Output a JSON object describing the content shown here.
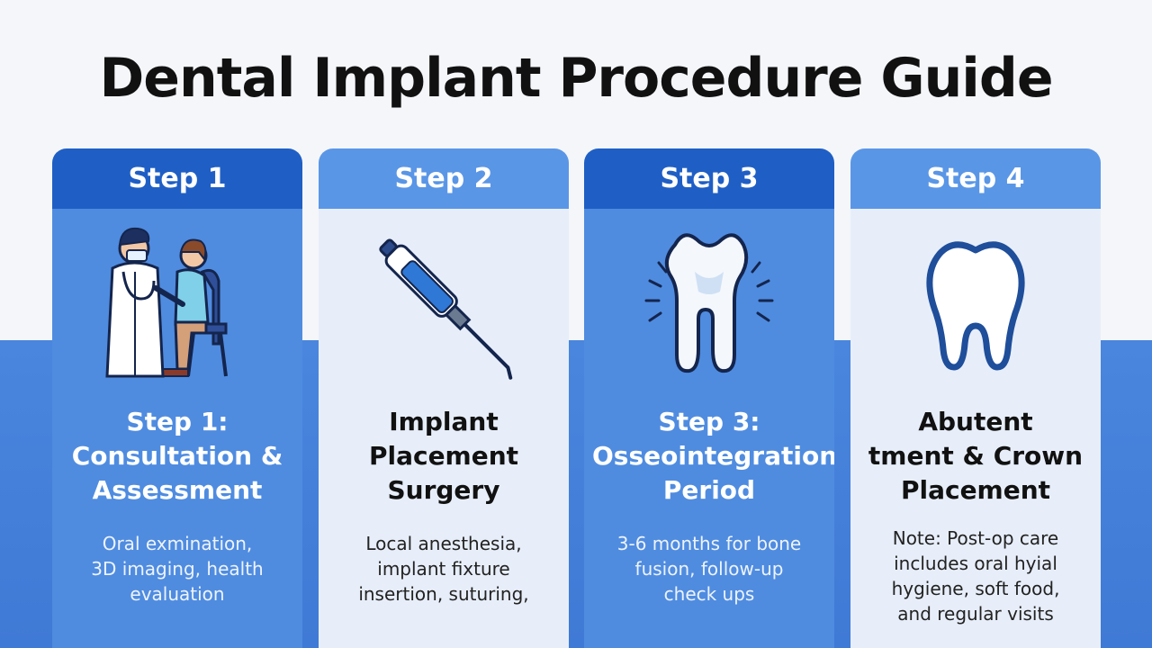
{
  "page_title": "Dental Implant Procedure Guide",
  "steps": [
    {
      "header": "Step 1",
      "title_lines": [
        "Step 1:",
        "Consultation &",
        "Assessment"
      ],
      "desc_lines": [
        "Oral exmination,",
        "3D imaging, health",
        "evaluation"
      ],
      "icon": "doctor-patient-icon"
    },
    {
      "header": "Step 2",
      "title_lines": [
        "Implant",
        "Placement",
        "Surgery"
      ],
      "desc_lines": [
        "Local anesthesia,",
        "implant fixture",
        "insertion, suturing,"
      ],
      "icon": "surgical-syringe-icon"
    },
    {
      "header": "Step 3",
      "title_lines": [
        "Step 3:",
        "Osseointegration",
        "Period"
      ],
      "desc_lines": [
        "3-6 months for bone",
        "fusion, follow-up",
        "check ups"
      ],
      "icon": "bone-fusion-icon"
    },
    {
      "header": "Step 4",
      "title_lines": [
        "Abutent",
        "tment & Crown",
        "Placement"
      ],
      "desc_lines": [
        "Note: Post-op care",
        "includes oral hyial",
        "hygiene, soft food,",
        "and regular visits"
      ],
      "icon": "tooth-crown-icon"
    }
  ],
  "colors": {
    "dark_header": "#1f5fc5",
    "dark_body": "#4f8ce0",
    "light_header": "#5a96e6",
    "light_body": "#e7eef9",
    "band": "#4a86dd"
  }
}
